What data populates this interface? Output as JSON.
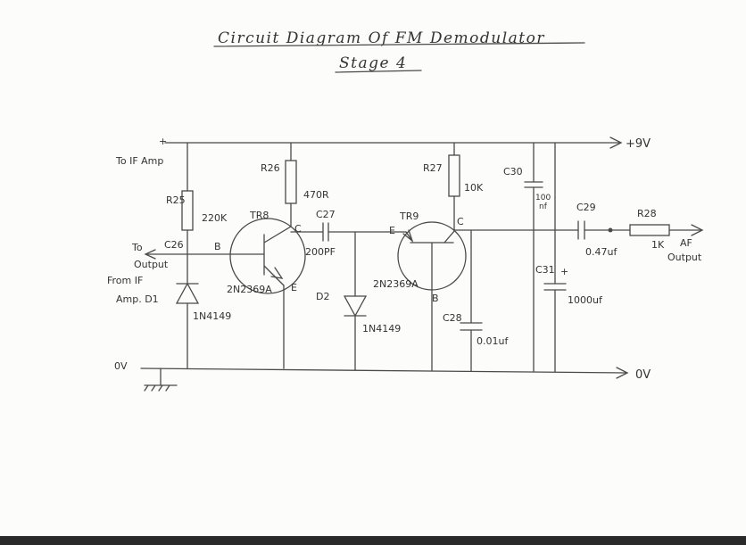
{
  "title": "Circuit Diagram Of FM Demodulator",
  "subtitle": "Stage 4",
  "labels": {
    "plus_sign": "+",
    "to_if_amp": "To IF Amp",
    "supply": "+9V",
    "r25": "R25",
    "r25_val": "220K",
    "r26": "R26",
    "r26_val": "470R",
    "tr8": "TR8",
    "tr8_type": "2N2369A",
    "tr8_b": "B",
    "tr8_c": "C",
    "tr8_e": "E",
    "c26": "C26",
    "to_output_1": "To",
    "to_output_2": "Output",
    "from_if_1": "From IF",
    "from_if_2": "Amp. D1",
    "d1_type": "1N4149",
    "c27": "C27",
    "c27_val": "200PF",
    "d2": "D2",
    "d2_type": "1N4149",
    "tr9": "TR9",
    "tr9_type": "2N2369A",
    "tr9_e": "E",
    "tr9_c": "C",
    "tr9_b": "B",
    "r27": "R27",
    "r27_val": "10K",
    "c28": "C28",
    "c28_val": "0.01uf",
    "c30": "C30",
    "c30_val_1": "100",
    "c30_val_2": "nf",
    "c31": "C31",
    "c31_plus": "+",
    "c31_val": "1000uf",
    "c29": "C29",
    "c29_val": "0.47uf",
    "r28": "R28",
    "r28_val": "1K",
    "af_output_1": "AF",
    "af_output_2": "Output",
    "ground_left": "0V",
    "ground_right": "0V"
  }
}
